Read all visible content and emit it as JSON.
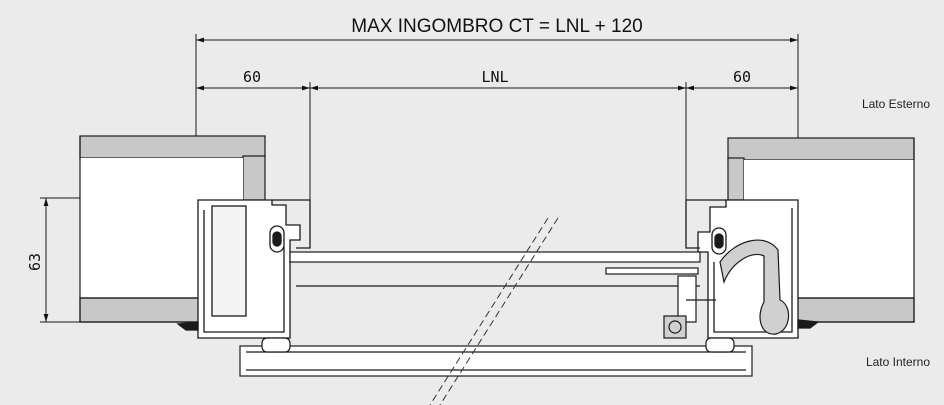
{
  "dimensions": {
    "overall": "MAX INGOMBRO CT = LNL + 120",
    "left_margin": "60",
    "clear_width": "LNL",
    "right_margin": "60",
    "depth": "63"
  },
  "labels": {
    "outside": "Lato Esterno",
    "inside": "Lato Interno"
  },
  "colors": {
    "background": "#ebebeb",
    "wall_fill": "#c8c8c8",
    "stroke": "#1a1a1a"
  }
}
